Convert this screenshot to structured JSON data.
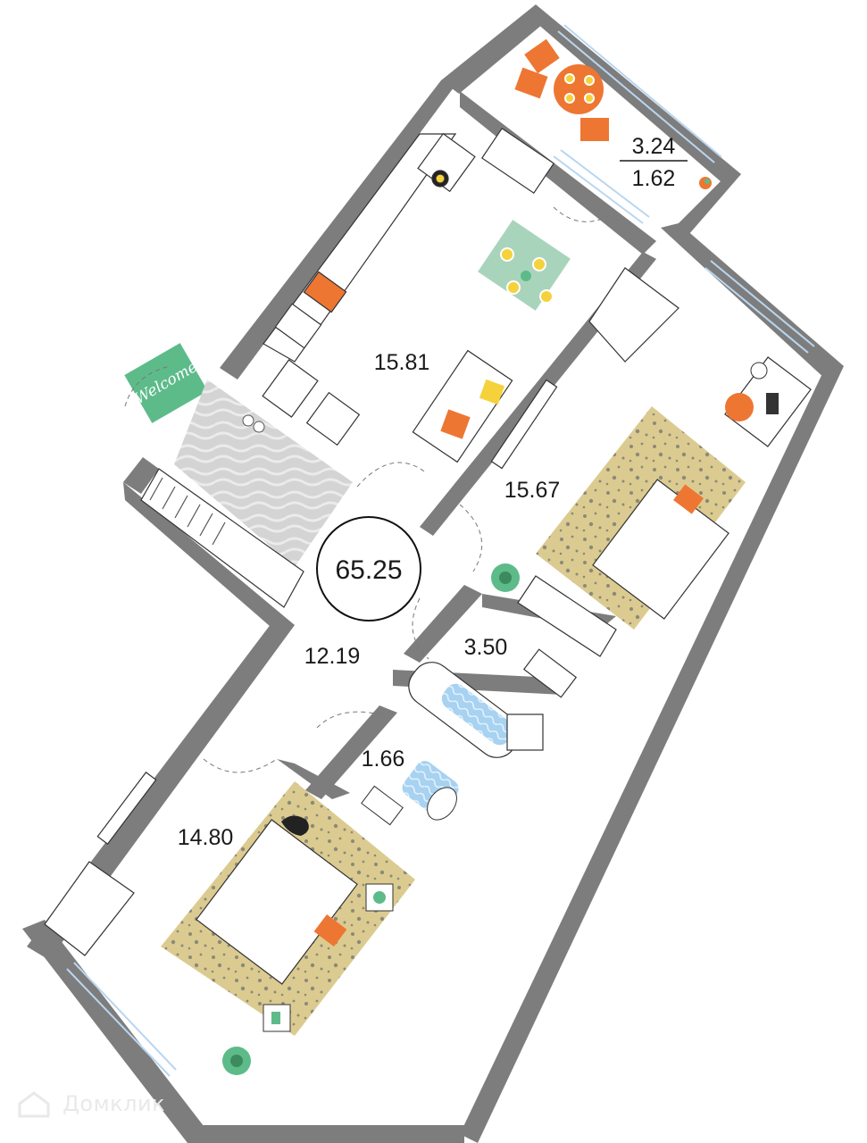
{
  "plan": {
    "total_area": "65.25",
    "rooms": {
      "kitchen_living": "15.81",
      "bedroom_right": "15.67",
      "hallway": "12.19",
      "bathroom": "3.50",
      "toilet": "1.66",
      "bedroom_left": "14.80"
    },
    "balcony": {
      "area_full": "3.24",
      "area_reduced": "1.62"
    },
    "doormat_text": "Welcome"
  },
  "watermark": {
    "text": "Домклик"
  },
  "colors": {
    "wall": "#7d7d7d",
    "window": "#b9d6ef",
    "rug": "#dccb90",
    "accent_orange": "#ee7633",
    "accent_green": "#5dbb8a",
    "bath_blue": "#a7d2f1",
    "tile_gray": "#cfcfcf"
  }
}
